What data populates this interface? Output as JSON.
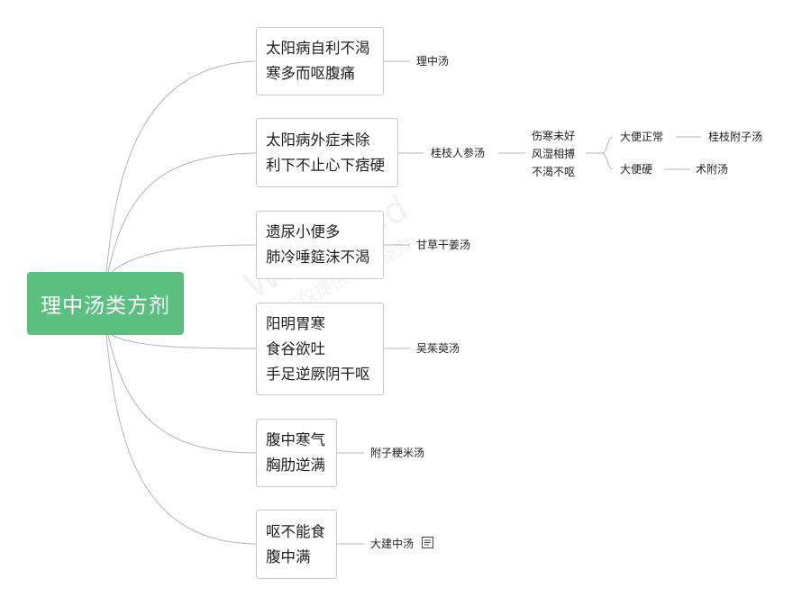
{
  "root": "理中汤类方剂",
  "topics": [
    {
      "lines": [
        "太阳病自利不渴",
        "寒多而呕腹痛"
      ],
      "formula": "理中汤"
    },
    {
      "lines": [
        "太阳病外症未除",
        "利下不止心下痞硬"
      ],
      "formula": "桂枝人参汤"
    },
    {
      "lines": [
        "遗尿小便多",
        "肺冷唾筵沫不渴"
      ],
      "formula": "甘草干姜汤"
    },
    {
      "lines": [
        "阳明胃寒",
        "食谷欲吐",
        "手足逆厥阴干呕"
      ],
      "formula": "吴茱萸汤"
    },
    {
      "lines": [
        "腹中寒气",
        "胸肋逆满"
      ],
      "formula": "附子粳米汤"
    },
    {
      "lines": [
        "呕不能食",
        "腹中满"
      ],
      "formula": "大建中汤"
    }
  ],
  "branch": {
    "condition": [
      "伤寒未好",
      "风湿相搏",
      "不渴不呕"
    ],
    "cases": [
      {
        "condition": "大便正常",
        "formula": "桂枝附子汤"
      },
      {
        "condition": "大便硬",
        "formula": "术附汤"
      }
    ]
  },
  "watermark": {
    "line1": "WPS Mind",
    "line2": "WPS仅提供作图能力"
  },
  "colors": {
    "root": "#5bbf82",
    "line": "#b5b5b5"
  }
}
